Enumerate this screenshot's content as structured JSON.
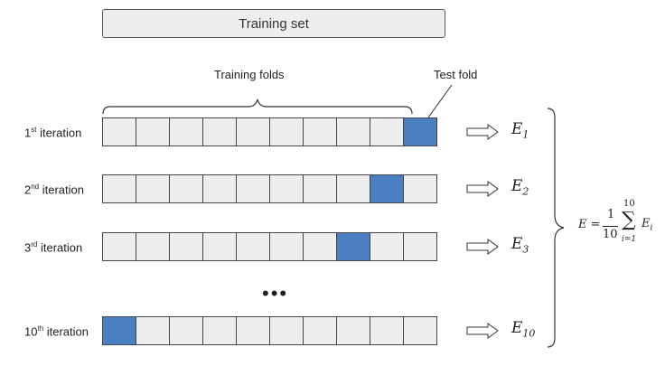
{
  "header": {
    "training_set": "Training set"
  },
  "labels": {
    "training_folds": "Training folds",
    "test_fold": "Test fold"
  },
  "ellipsis": "•••",
  "num_folds": 10,
  "colors": {
    "test_fold": "#4a7fc1",
    "fold": "#eeeeee",
    "border": "#444444"
  },
  "iterations": [
    {
      "number": "1",
      "suffix": "st",
      "label": " iteration",
      "test_fold_index": 10,
      "error": "E",
      "error_sub": "1"
    },
    {
      "number": "2",
      "suffix": "nd",
      "label": " iteration",
      "test_fold_index": 9,
      "error": "E",
      "error_sub": "2"
    },
    {
      "number": "3",
      "suffix": "rd",
      "label": " iteration",
      "test_fold_index": 8,
      "error": "E",
      "error_sub": "3"
    },
    {
      "number": "10",
      "suffix": "th",
      "label": " iteration",
      "test_fold_index": 1,
      "error": "E",
      "error_sub": "10"
    }
  ],
  "formula": {
    "lhs": "E =",
    "numerator": "1",
    "denominator": "10",
    "sum_upper": "10",
    "sum_lower": "i=1",
    "sum_symbol": "∑",
    "term": "E",
    "term_sub": "i"
  }
}
